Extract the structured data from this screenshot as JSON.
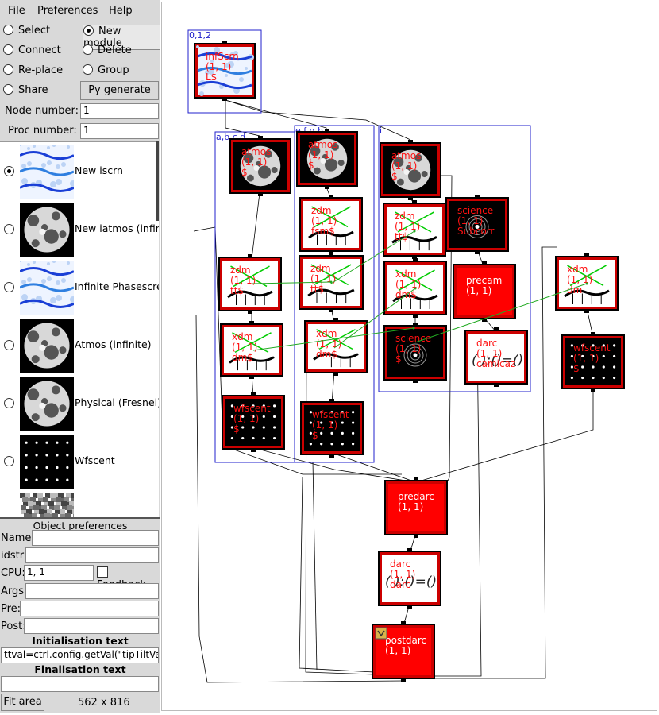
{
  "menu": {
    "file": "File",
    "preferences": "Preferences",
    "help": "Help"
  },
  "modes": [
    {
      "label": "Select",
      "selected": false
    },
    {
      "label": "New module",
      "selected": true
    },
    {
      "label": "Connect",
      "selected": false
    },
    {
      "label": "Delete",
      "selected": false
    },
    {
      "label": "Re-place",
      "selected": false
    },
    {
      "label": "Group",
      "selected": false
    },
    {
      "label": "Share",
      "selected": false
    }
  ],
  "py_generate": "Py generate",
  "node_number": {
    "label": "Node number:",
    "value": "1"
  },
  "proc_number": {
    "label": "Proc number:",
    "value": "1"
  },
  "palette": [
    {
      "label": "New iscrn",
      "icon": "phasescreen-icon",
      "selected": true
    },
    {
      "label": "New iatmos (infin",
      "icon": "atmos-icon",
      "selected": false
    },
    {
      "label": "Infinite Phasescre",
      "icon": "phasescreen-icon",
      "selected": false
    },
    {
      "label": "Atmos (infinite)",
      "icon": "atmos-icon",
      "selected": false
    },
    {
      "label": "Physical (Fresnel)",
      "icon": "atmos-icon",
      "selected": false
    },
    {
      "label": "Wfscent",
      "icon": "wfscent-icon",
      "selected": false
    }
  ],
  "object_prefs": {
    "title": "Object preferences",
    "name_label": "Name:",
    "name_value": "",
    "idstr_label": "idstr:",
    "idstr_value": "",
    "cpu_label": "CPU:",
    "cpu_value": "1, 1",
    "feedback_label": "Feedback",
    "args_label": "Args:",
    "args_value": "",
    "pre_label": "Pre:",
    "pre_value": "",
    "post_label": "Post:",
    "post_value": ""
  },
  "init_text": {
    "title": "Initialisation text",
    "value": "ttval=ctrl.config.getVal(\"tipTiltVa"
  },
  "final_text": {
    "title": "Finalisation text",
    "value": ""
  },
  "fit_area": "Fit area",
  "canvas_size": "562 x 816",
  "groups": [
    "0,1,2",
    "a,b,c,d",
    "e,f,g,h",
    "i"
  ],
  "modules": [
    {
      "id": "infscrn",
      "lines": [
        "infScrn",
        "(1, 1)",
        "L$"
      ]
    },
    {
      "id": "atmos1",
      "lines": [
        "atmos",
        "(1, 1)",
        "$"
      ]
    },
    {
      "id": "atmos2",
      "lines": [
        "atmos",
        "(1, 1)",
        "$"
      ]
    },
    {
      "id": "atmos3",
      "lines": [
        "atmos",
        "(1, 1)",
        "$"
      ]
    },
    {
      "id": "zdm_fsm",
      "lines": [
        "zdm",
        "(1, 1)",
        "fsm$"
      ]
    },
    {
      "id": "zdm_tt1",
      "lines": [
        "zdm",
        "(1, 1)",
        "tt$"
      ]
    },
    {
      "id": "zdm_tt2",
      "lines": [
        "zdm",
        "(1, 1)",
        "tt$"
      ]
    },
    {
      "id": "zdm_tt3",
      "lines": [
        "zdm",
        "(1, 1)",
        "tt$"
      ]
    },
    {
      "id": "science1",
      "lines": [
        "science",
        "(1, 1)",
        "Subcorr"
      ]
    },
    {
      "id": "precam",
      "lines": [
        "precam",
        "(1, 1)"
      ]
    },
    {
      "id": "xdm1",
      "lines": [
        "xdm",
        "(1, 1)",
        "dm$"
      ]
    },
    {
      "id": "xdm2",
      "lines": [
        "xdm",
        "(1, 1)",
        "dm$"
      ]
    },
    {
      "id": "xdm3",
      "lines": [
        "xdm",
        "(1, 1)",
        "dm$"
      ]
    },
    {
      "id": "xdm4",
      "lines": [
        "xdm",
        "(1, 1)",
        "dm"
      ]
    },
    {
      "id": "science2",
      "lines": [
        "science",
        "(1, 1)",
        "$"
      ]
    },
    {
      "id": "darc1",
      "lines": [
        "darc",
        "(1, 1)",
        "camicaz"
      ]
    },
    {
      "id": "wfscent1",
      "lines": [
        "wfscent",
        "(1, 1)",
        "$"
      ]
    },
    {
      "id": "wfscent2",
      "lines": [
        "wfscent",
        "(1, 1)",
        "$"
      ]
    },
    {
      "id": "wfscent3",
      "lines": [
        "wfscent",
        "(1, 1)",
        "$"
      ]
    },
    {
      "id": "predarc",
      "lines": [
        "predarc",
        "(1, 1)"
      ]
    },
    {
      "id": "darc2",
      "lines": [
        "darc",
        "(1, 1)",
        "darc"
      ]
    },
    {
      "id": "postdarc",
      "lines": [
        "postdarc",
        "(1, 1)"
      ]
    }
  ],
  "darc_glyph": "( ):()=()",
  "colors": {
    "module_red": "#ff0000",
    "module_border": "#cc0000",
    "group_blue": "#2222cc",
    "feedback_green": "#22aa22",
    "label_red": "#ff1111"
  }
}
